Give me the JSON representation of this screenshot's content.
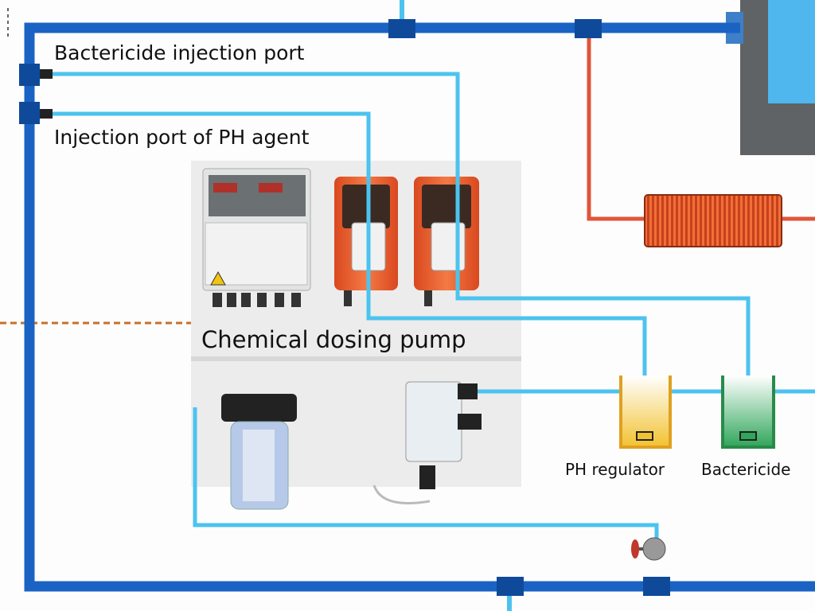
{
  "labels": {
    "bactericide_port": "Bactericide injection port",
    "ph_port": "Injection port of PH agent",
    "pump": "Chemical dosing pump",
    "ph_regulator": "PH regulator",
    "bactericide": "Bactericide"
  },
  "colors": {
    "main_pipe": "#1a63c4",
    "dosing_line": "#4cc3ee",
    "hot_pipe": "#e0553a",
    "pump_body": "#ee5a2a",
    "ph_tank": "#f2c230",
    "bactericide_tank": "#2fa65a"
  }
}
